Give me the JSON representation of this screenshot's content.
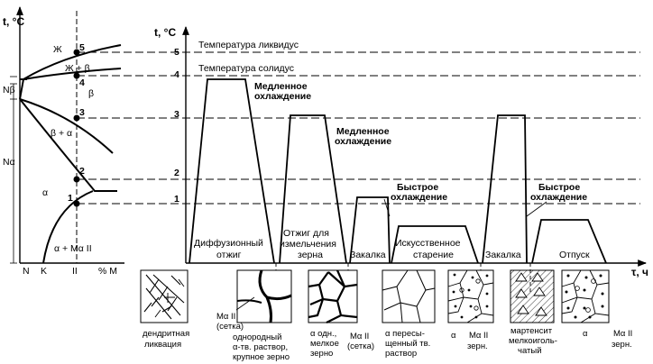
{
  "phase_diagram": {
    "t_axis_label": "t, °C",
    "regions": {
      "liquid": "Ж",
      "liquid_beta": "Ж + β",
      "beta": "β",
      "beta_alpha": "β + α",
      "alpha": "α",
      "alpha_m": "α + Mα II"
    },
    "points": {
      "1": "1",
      "2": "2",
      "3": "3",
      "4": "4",
      "5": "5"
    },
    "n_beta": "Nβ",
    "n_alpha": "Nα",
    "axis_labels": {
      "n": "N",
      "k": "K",
      "ii": "II",
      "m": "% M"
    }
  },
  "time_diagram": {
    "t_axis_label": "t, °C",
    "time_axis_label": "τ, ч",
    "level_labels": {
      "1": "1",
      "2": "2",
      "3": "3",
      "4": "4",
      "5": "5"
    },
    "liquidus_label": "Температура ликвидус",
    "solidus_label": "Температура солидус",
    "annotations": {
      "slow_cooling_1": [
        "Медленное",
        "охлаждение"
      ],
      "slow_cooling_2": [
        "Медленное",
        "охлаждение"
      ],
      "fast_cooling_1": [
        "Быстрое",
        "охлаждение"
      ],
      "fast_cooling_2": [
        "Быстрое",
        "охлаждение"
      ]
    },
    "processes": {
      "diffusion_annealing": [
        "Диффузионный",
        "отжиг"
      ],
      "recrystallization_annealing": [
        "Отжиг для",
        "измельчения",
        "зерна"
      ],
      "quench_1": "Закалка",
      "artificial_aging": [
        "Искусственное",
        "старение"
      ],
      "quench_2": "Закалка",
      "tempering": "Отпуск"
    }
  },
  "microstructures": {
    "dendritic": [
      "дендритная",
      "ликвация"
    ],
    "coarse_network_label": [
      "Mα II",
      "(сетка)"
    ],
    "coarse_grain": [
      "однородный",
      "α-тв. раствор,",
      "крупное зерно"
    ],
    "fine_grain": [
      "α одн.,",
      "мелкое",
      "зерно"
    ],
    "fine_network_label": [
      "Mα II",
      "(сетка)"
    ],
    "supersaturated": [
      "α пересы-",
      "щенный тв.",
      "раствор"
    ],
    "alpha_particles": [
      "α",
      "Mα II",
      "зерн."
    ],
    "martensite": [
      "мартенсит",
      "мелкоиголь-",
      "чатый"
    ],
    "tempered": [
      "α",
      "Mα II",
      "зерн."
    ]
  }
}
